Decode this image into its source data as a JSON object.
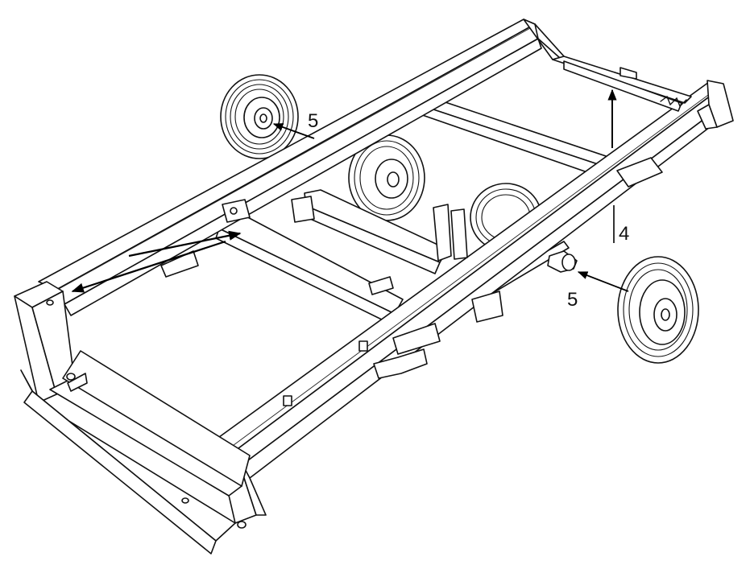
{
  "diagram": {
    "callouts": [
      {
        "id": "wheel-rear-left",
        "label": "5"
      },
      {
        "id": "jack-height",
        "label": "4"
      },
      {
        "id": "wheel-front-right",
        "label": "5"
      }
    ]
  },
  "colors": {
    "line": "#111111",
    "background": "#ffffff",
    "arrow": "#000000"
  }
}
